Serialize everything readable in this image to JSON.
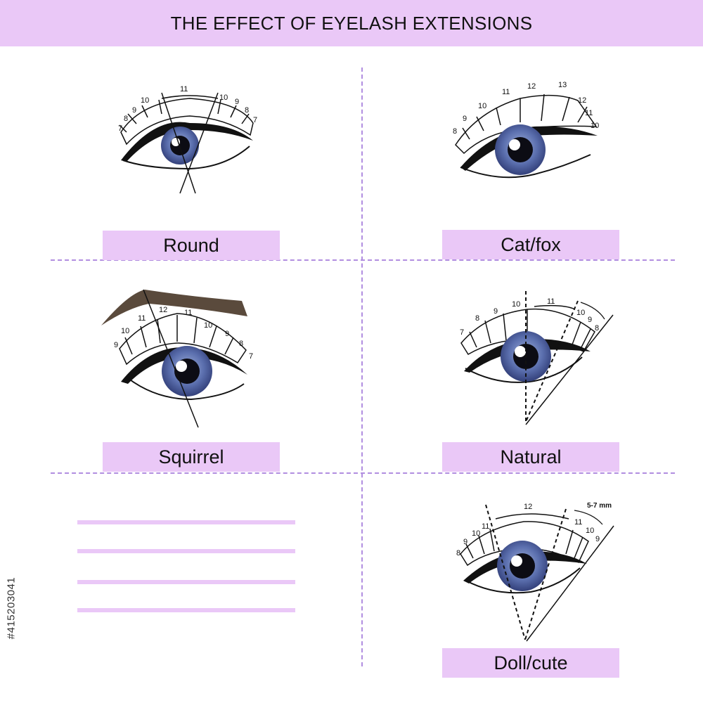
{
  "title": "THE EFFECT OF EYELASH EXTENSIONS",
  "labels": {
    "round": "Round",
    "cat_fox": "Cat/fox",
    "squirrel": "Squirrel",
    "natural": "Natural",
    "doll_cute": "Doll/cute"
  },
  "lash_lengths": {
    "round": [
      "7",
      "8",
      "9",
      "10",
      "11",
      "10",
      "9",
      "8",
      "7"
    ],
    "cat_fox": [
      "8",
      "9",
      "10",
      "11",
      "12",
      "13",
      "12",
      "11",
      "10"
    ],
    "squirrel": [
      "9",
      "10",
      "11",
      "12",
      "11",
      "10",
      "9",
      "8",
      "7"
    ],
    "natural": [
      "7",
      "8",
      "9",
      "10",
      "11",
      "10",
      "9",
      "8"
    ],
    "doll_cute": [
      "8",
      "9",
      "10",
      "11",
      "12",
      "11",
      "10",
      "9"
    ]
  },
  "annotations": {
    "doll_range": "5-7 mm"
  },
  "watermark": "#415203041",
  "colors": {
    "accent": "#eac8f7",
    "divider": "#b18ee0",
    "iris": "#4a5e9c",
    "brow": "#5a4a3c"
  }
}
